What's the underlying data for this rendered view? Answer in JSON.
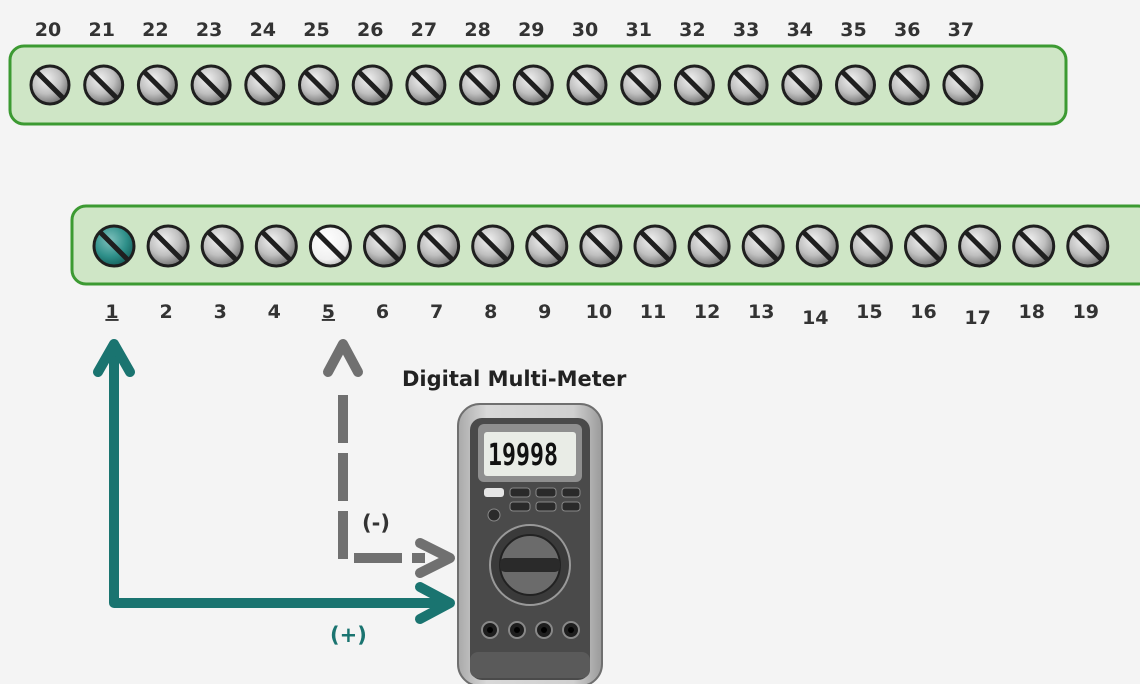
{
  "top_row": {
    "pins": [
      "20",
      "21",
      "22",
      "23",
      "24",
      "25",
      "26",
      "27",
      "28",
      "29",
      "30",
      "31",
      "32",
      "33",
      "34",
      "35",
      "36",
      "37"
    ]
  },
  "bottom_row": {
    "pins": [
      "1",
      "2",
      "3",
      "4",
      "5",
      "6",
      "7",
      "8",
      "9",
      "10",
      "11",
      "12",
      "13",
      "14",
      "15",
      "16",
      "17",
      "18",
      "19"
    ],
    "highlighted_positive": "1",
    "highlighted_negative": "5"
  },
  "meter": {
    "title": "Digital Multi-Meter",
    "display": "19998"
  },
  "leads": {
    "negative_label": "(-)",
    "positive_label": "(+)"
  },
  "colors": {
    "board_fill": "#cfe6c6",
    "board_border": "#3c9a32",
    "positive_lead": "#1a7470",
    "negative_lead": "#707070"
  }
}
